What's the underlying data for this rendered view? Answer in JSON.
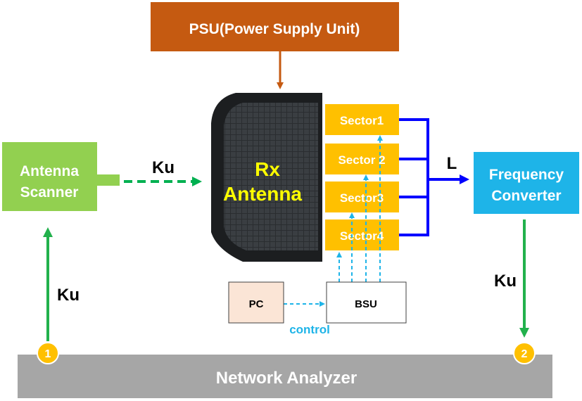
{
  "psu": {
    "label": "PSU(Power Supply Unit)"
  },
  "scanner": {
    "line1": "Antenna",
    "line2": "Scanner"
  },
  "rx": {
    "line1": "Rx",
    "line2": "Antenna"
  },
  "sectors": [
    "Sector1",
    "Sector 2",
    "Sector3",
    "Sector4"
  ],
  "converter": {
    "line1": "Frequency",
    "line2": "Converter"
  },
  "pc": {
    "label": "PC"
  },
  "bsu": {
    "label": "BSU"
  },
  "control": {
    "label": "control"
  },
  "analyzer": {
    "label": "Network Analyzer"
  },
  "port1": {
    "label": "1"
  },
  "port2": {
    "label": "2"
  },
  "links": {
    "scanner_to_rx": "Ku",
    "analyzer_to_scanner": "Ku",
    "sectors_to_converter": "L",
    "converter_to_analyzer": "Ku"
  },
  "colors": {
    "psu": "#c55a11",
    "scanner": "#92d050",
    "sector": "#ffc000",
    "sector_text": "#ffffff",
    "converter": "#1eb4e8",
    "analyzer": "#a6a6a6",
    "green_arrow": "#22b14c",
    "dashed_green": "#00b050",
    "blue_line": "#0000ff",
    "control_dash": "#1eb4e8",
    "pc_fill": "#fbe5d6",
    "rx_text": "#ffff00"
  }
}
